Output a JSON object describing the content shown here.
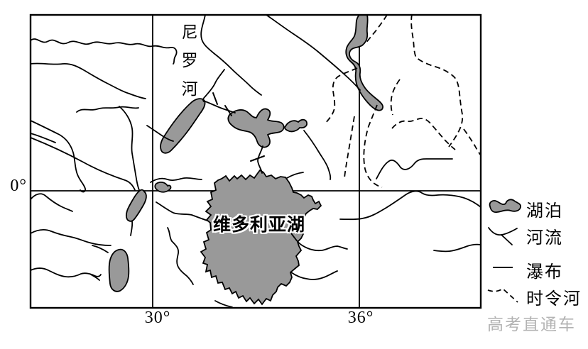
{
  "map": {
    "equator_label": "0°",
    "lon30_label": "30°",
    "lon36_label": "36°",
    "nile_label": "尼罗河",
    "victoria_label": "维多利亚湖"
  },
  "legend": {
    "items": [
      {
        "name": "lake",
        "label": "湖泊"
      },
      {
        "name": "river",
        "label": "河流"
      },
      {
        "name": "waterfall",
        "label": "瀑布"
      },
      {
        "name": "seasonal-river",
        "label": "时令河"
      }
    ]
  },
  "watermark": {
    "text": "高考直通车"
  },
  "colors": {
    "lake_fill": "#999999",
    "line": "#000000",
    "watermark": "#b3b3b3",
    "background": "#ffffff"
  }
}
